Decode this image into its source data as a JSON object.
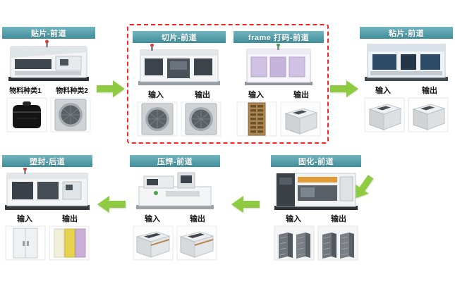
{
  "colors": {
    "header_teal_light": "#72b4bf",
    "header_teal_dark": "#3f8e9a",
    "arrow_green": "#8fcb41",
    "highlight_red": "#ff2222",
    "label_text": "#111111",
    "background": "#ffffff"
  },
  "stations": [
    {
      "id": "smt-placement",
      "title": "贴片-前道",
      "labels": [
        "物料种类1",
        "物料种类2"
      ],
      "machine_icon": "smt-mounter-machine",
      "thumb_icons": [
        "black-carrier-bag",
        "wafer-film-frame"
      ]
    },
    {
      "id": "dicing",
      "title": "切片-前道",
      "labels": [
        "输入",
        "输出"
      ],
      "machine_icon": "dicing-saw-machine",
      "thumb_icons": [
        "wafer-film-frame",
        "wafer-film-frame"
      ]
    },
    {
      "id": "frame-marking",
      "title": "frame 打码-前道",
      "labels": [
        "输入",
        "输出"
      ],
      "machine_icon": "frame-laser-marking-machine",
      "thumb_icons": [
        "lead-frame-strip",
        "magazine-box"
      ]
    },
    {
      "id": "die-bonding",
      "title": "粘片-前道",
      "labels": [
        "输入",
        "输出"
      ],
      "machine_icon": "die-bonder-machine",
      "thumb_icons": [
        "magazine-box",
        "magazine-box"
      ]
    },
    {
      "id": "curing",
      "title": "固化-前道",
      "labels": [
        "输入",
        "输出"
      ],
      "machine_icon": "curing-oven-machine",
      "thumb_icons": [
        "dark-magazine-rack",
        "dark-magazine-rack"
      ]
    },
    {
      "id": "wire-bonding",
      "title": "压焊-前道",
      "labels": [
        "输入",
        "输出"
      ],
      "machine_icon": "wire-bonder-machine",
      "thumb_icons": [
        "slot-carrier-box",
        "slot-carrier-box"
      ]
    },
    {
      "id": "molding",
      "title": "塑封-后道",
      "labels": [
        "输入",
        "输出"
      ],
      "machine_icon": "molding-machine",
      "thumb_icons": [
        "white-cabinet",
        "colored-panel-stack"
      ]
    }
  ],
  "flow": {
    "highlighted_stations": [
      "切片-前道",
      "frame 打码-前道"
    ],
    "arrows": [
      "right",
      "right",
      "down-left",
      "left",
      "left"
    ]
  }
}
